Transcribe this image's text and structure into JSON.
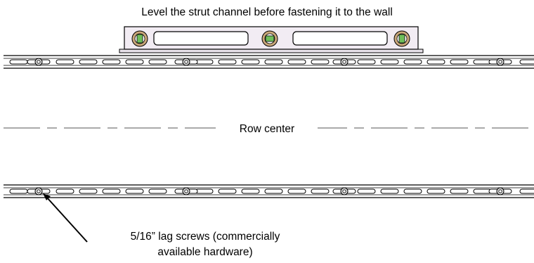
{
  "title": "Level the strut channel before fastening it to the wall",
  "centerline_label": "Row center",
  "screw_note": {
    "line1": "5/16” lag screws (commercially",
    "line2": "available hardware)"
  },
  "icons": {
    "level": "spirit-level-icon",
    "bubble_vial": "bubble-vial-icon",
    "lag_screw": "lag-screw-icon"
  },
  "colors": {
    "line": "#000000",
    "level_body": "#f2ecf3",
    "vial_ring": "#c9a77a",
    "vial_fill": "#6fbf5a",
    "slot_fill": "#ffffff"
  }
}
